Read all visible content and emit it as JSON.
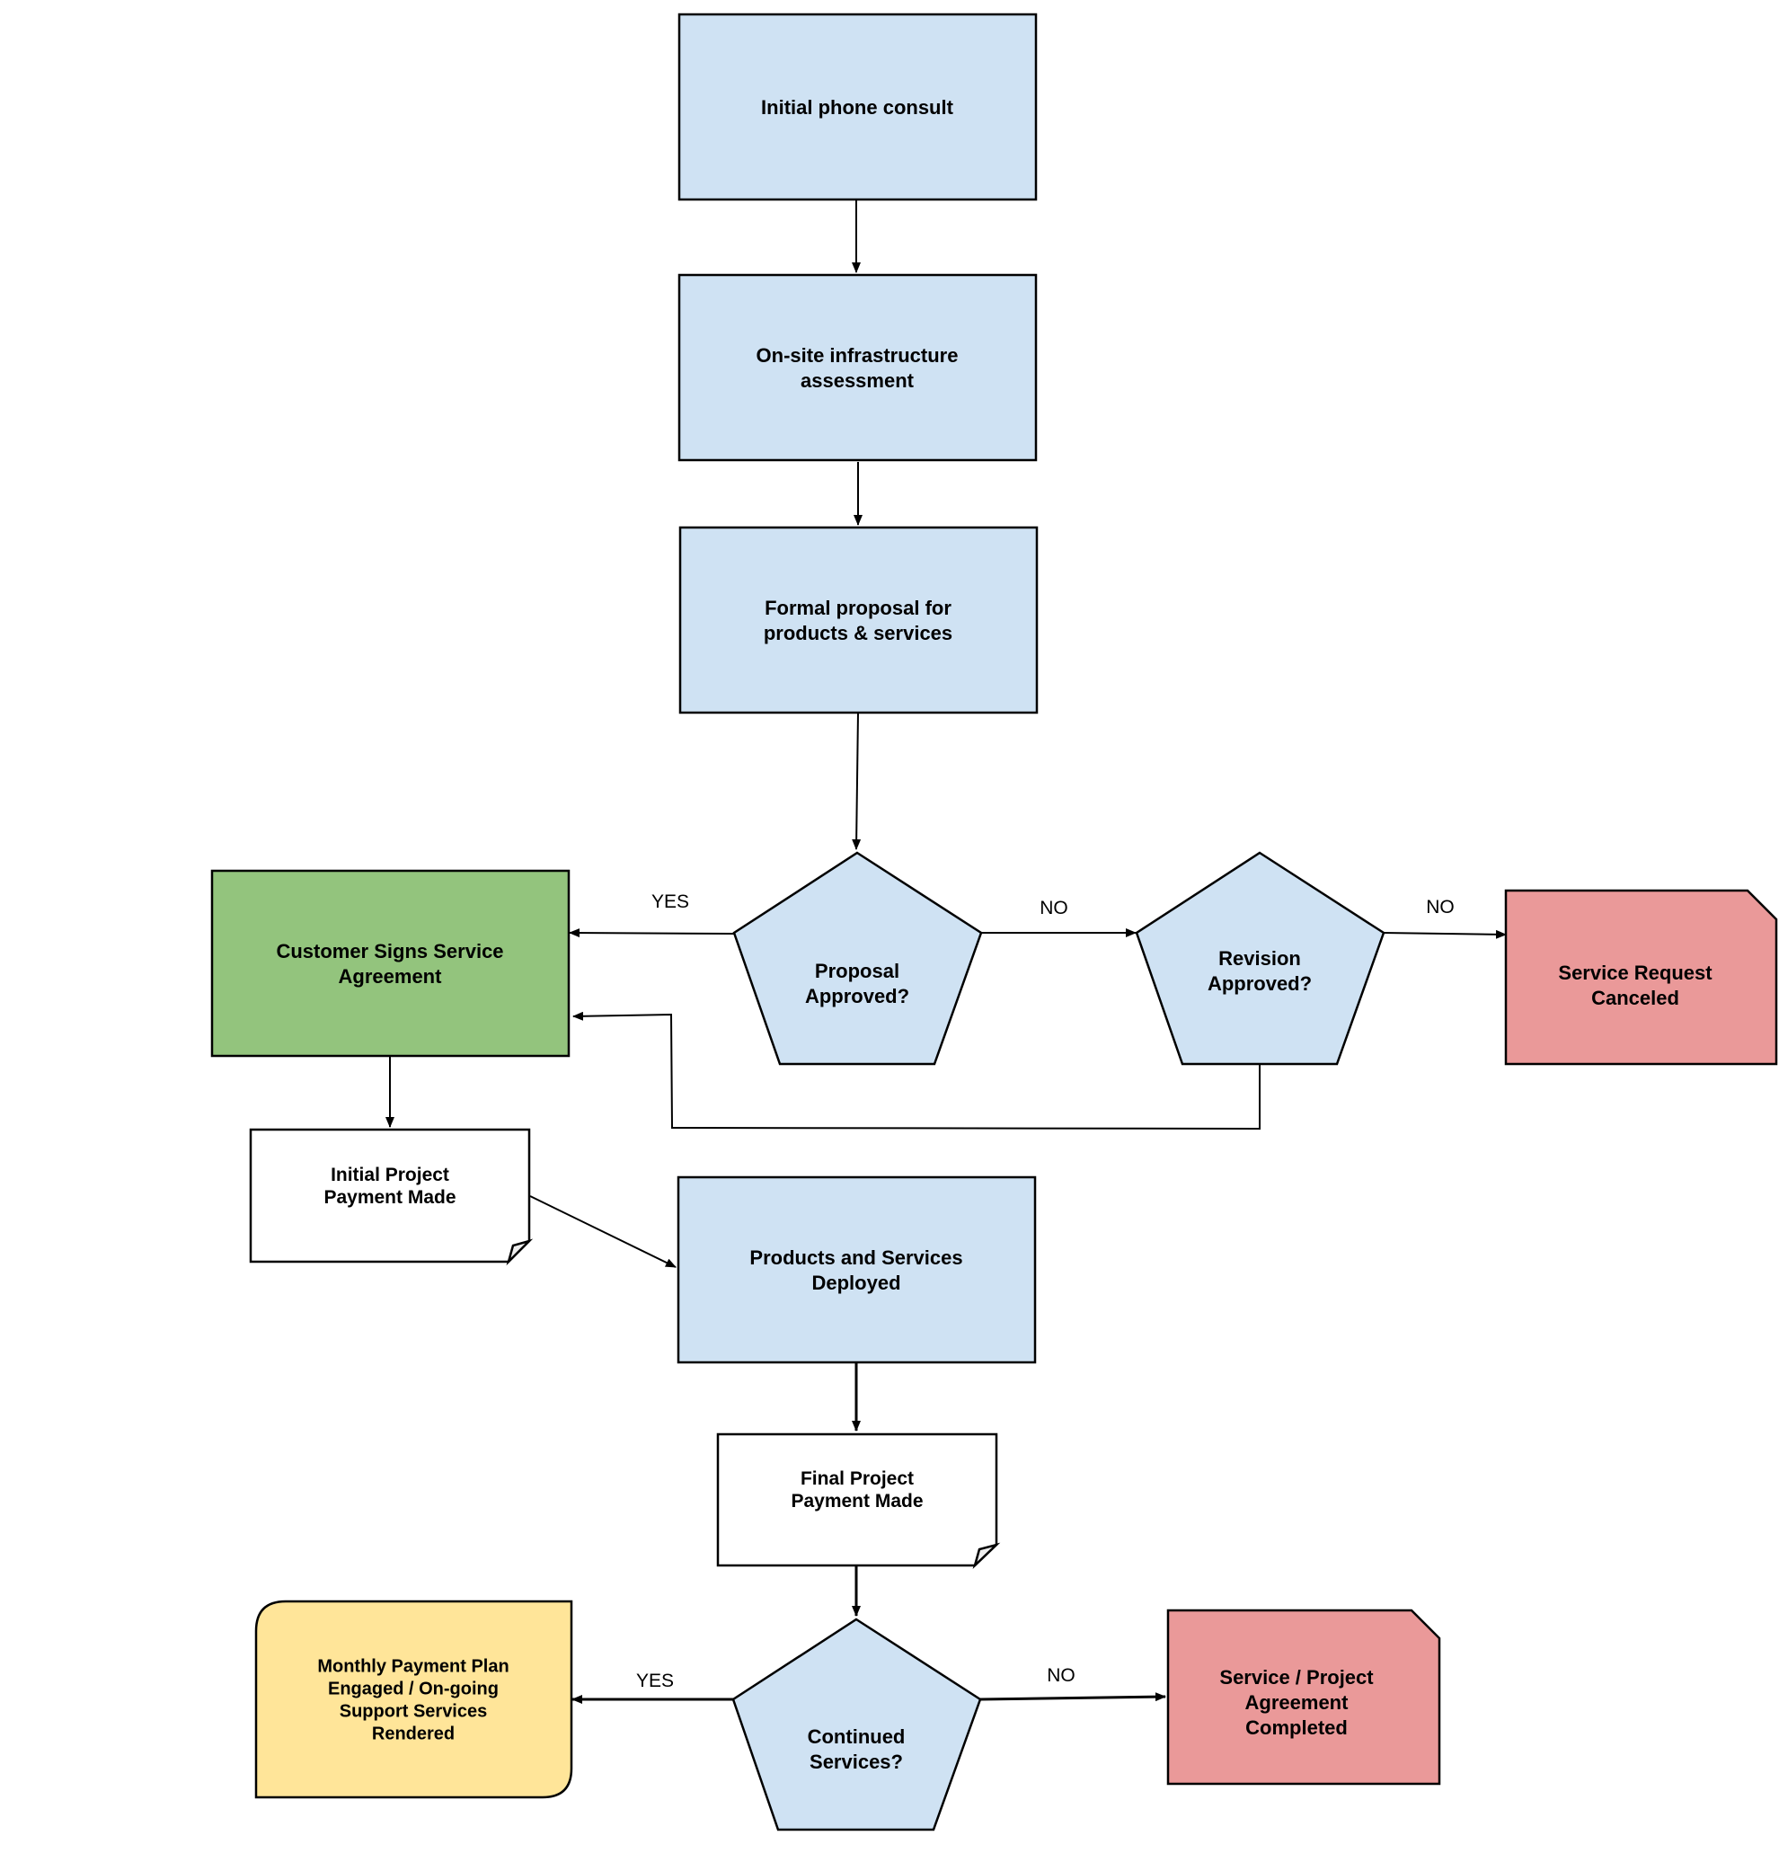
{
  "colors": {
    "process": "#cfe2f3",
    "decision": "#cfe2f3",
    "agreement": "#93c47d",
    "payment": "#ffffff",
    "canceled": "#ea9999",
    "completed": "#ea9999",
    "monthly": "#ffe599",
    "stroke": "#000000"
  },
  "nodes": {
    "initial_phone": {
      "label": [
        "Initial phone consult"
      ],
      "shape": "rectangle"
    },
    "onsite": {
      "label": [
        "On-site infrastructure",
        "assessment"
      ],
      "shape": "rectangle"
    },
    "proposal": {
      "label": [
        "Formal proposal for",
        "products & services"
      ],
      "shape": "rectangle"
    },
    "proposal_approved": {
      "label": [
        "Proposal",
        "Approved?"
      ],
      "shape": "pentagon"
    },
    "revision_approved": {
      "label": [
        "Revision",
        "Approved?"
      ],
      "shape": "pentagon"
    },
    "canceled": {
      "label": [
        "Service Request",
        "Canceled"
      ],
      "shape": "folded-corner"
    },
    "signs_agreement": {
      "label": [
        "Customer Signs Service",
        "Agreement"
      ],
      "shape": "rectangle"
    },
    "initial_payment": {
      "label": [
        "Initial Project",
        "Payment Made"
      ],
      "shape": "note"
    },
    "deployed": {
      "label": [
        "Products and Services",
        "Deployed"
      ],
      "shape": "rectangle"
    },
    "final_payment": {
      "label": [
        "Final Project",
        "Payment Made"
      ],
      "shape": "note"
    },
    "continued": {
      "label": [
        "Continued",
        "Services?"
      ],
      "shape": "pentagon"
    },
    "monthly": {
      "label": [
        "Monthly Payment Plan",
        "Engaged / On-going",
        "Support Services",
        "Rendered"
      ],
      "shape": "rounded-rectangle"
    },
    "completed": {
      "label": [
        "Service / Project",
        "Agreement",
        "Completed"
      ],
      "shape": "folded-corner"
    }
  },
  "edges": {
    "proposal_yes": "YES",
    "proposal_no": "NO",
    "revision_no": "NO",
    "continued_yes": "YES",
    "continued_no": "NO"
  }
}
